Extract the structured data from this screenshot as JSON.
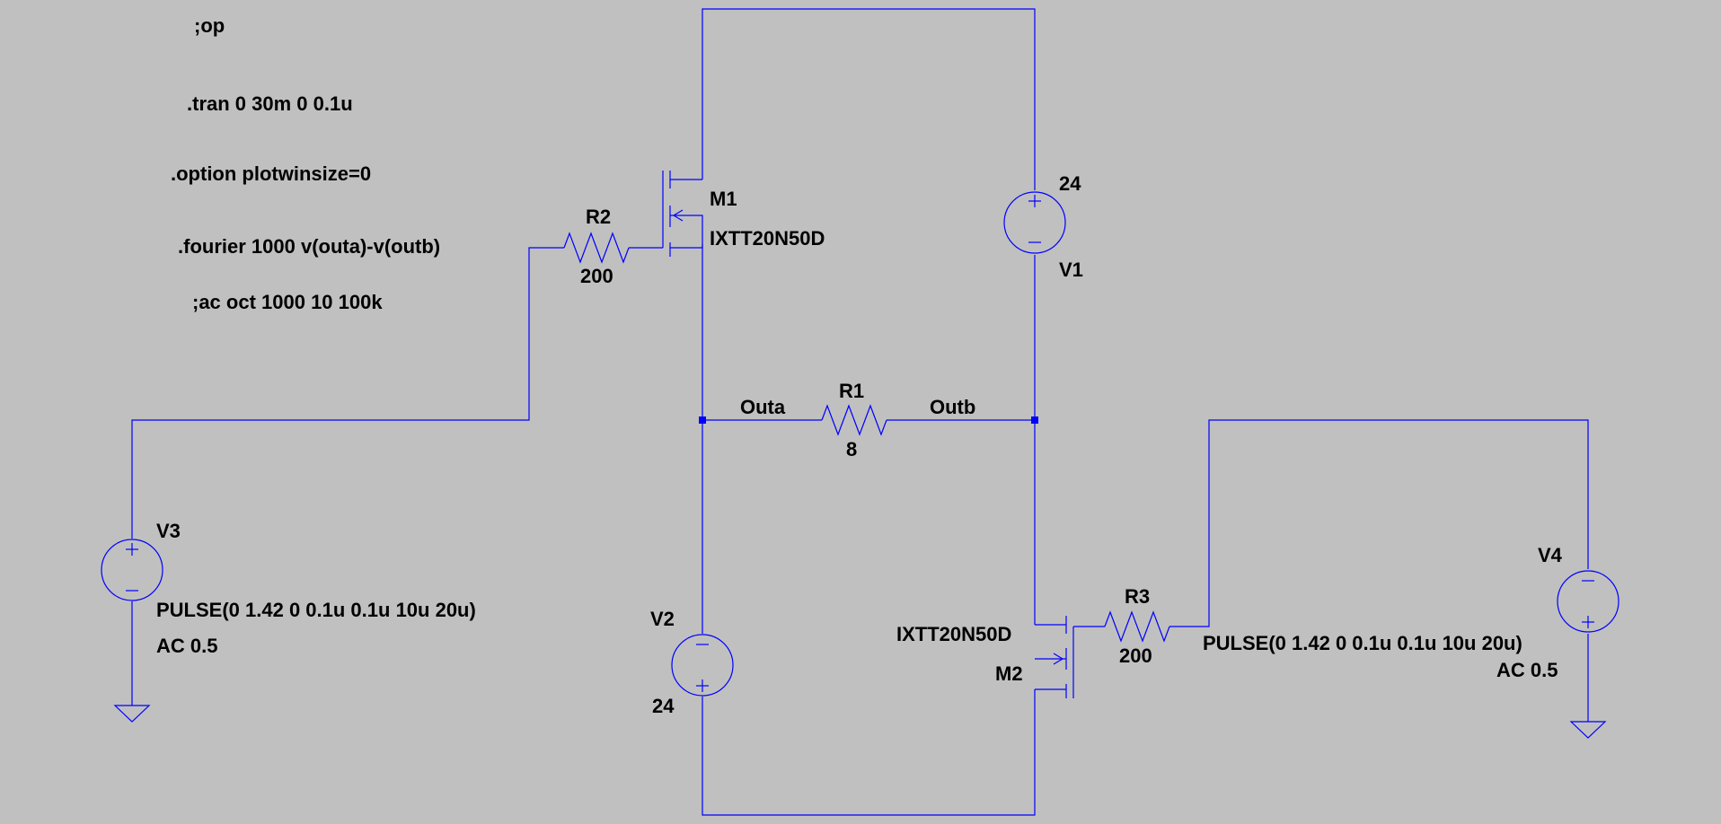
{
  "colors": {
    "background": "#c0c0c0",
    "wire": "#0000ff",
    "text": "#000000"
  },
  "directives": {
    "op": ";op",
    "tran": ".tran 0 30m 0 0.1u",
    "option": ".option plotwinsize=0",
    "fourier": ".fourier 1000 v(outa)-v(outb)",
    "ac": ";ac oct 1000 10 100k"
  },
  "components": {
    "m1": {
      "name": "M1",
      "model": "IXTT20N50D"
    },
    "m2": {
      "name": "M2",
      "model": "IXTT20N50D"
    },
    "r1": {
      "name": "R1",
      "value": "8"
    },
    "r2": {
      "name": "R2",
      "value": "200"
    },
    "r3": {
      "name": "R3",
      "value": "200"
    },
    "v1": {
      "name": "V1",
      "value": "24"
    },
    "v2": {
      "name": "V2",
      "value": "24"
    },
    "v3": {
      "name": "V3",
      "value": "PULSE(0 1.42 0 0.1u 0.1u 10u 20u)",
      "ac": "AC 0.5"
    },
    "v4": {
      "name": "V4",
      "value": "PULSE(0 1.42 0 0.1u 0.1u 10u 20u)",
      "ac": "AC 0.5"
    }
  },
  "nets": {
    "outa": "Outa",
    "outb": "Outb"
  }
}
